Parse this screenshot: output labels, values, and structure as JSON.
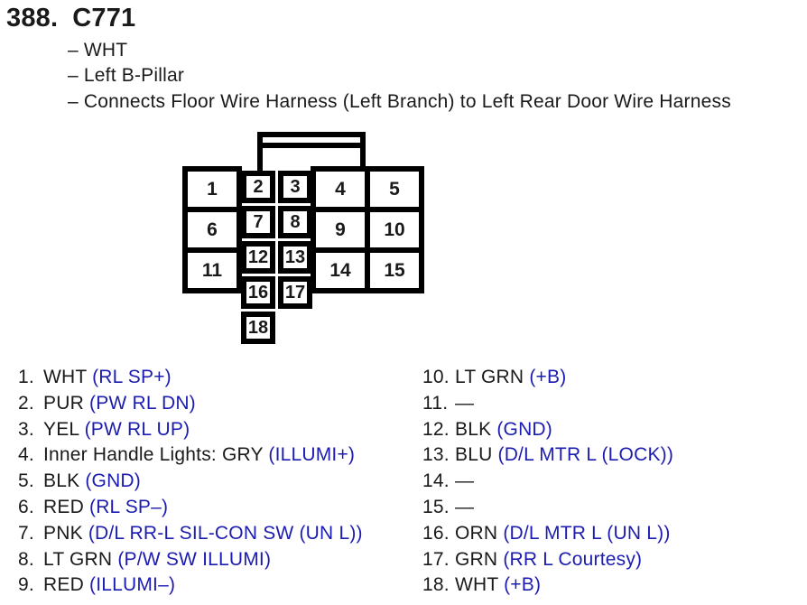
{
  "header": {
    "index": "388.",
    "code": "C771"
  },
  "details": [
    "– WHT",
    "– Left B-Pillar",
    "– Connects Floor Wire Harness (Left Branch) to Left Rear Door Wire Harness"
  ],
  "connector": {
    "left_column": [
      "1",
      "6",
      "11"
    ],
    "center_rows": [
      [
        "2",
        "3"
      ],
      [
        "7",
        "8"
      ],
      [
        "12",
        "13"
      ],
      [
        "16",
        "17"
      ],
      [
        "18"
      ]
    ],
    "right_rows": [
      [
        "4",
        "5"
      ],
      [
        "9",
        "10"
      ],
      [
        "14",
        "15"
      ]
    ]
  },
  "pins_left": [
    {
      "num": "1.",
      "label": "WHT",
      "signal": "(RL SP+)"
    },
    {
      "num": "2.",
      "label": "PUR",
      "signal": "(PW RL DN)"
    },
    {
      "num": "3.",
      "label": "YEL",
      "signal": "(PW RL UP)"
    },
    {
      "num": "4.",
      "label": "Inner Handle Lights: GRY",
      "signal": "(ILLUMI+)"
    },
    {
      "num": "5.",
      "label": "BLK",
      "signal": "(GND)"
    },
    {
      "num": "6.",
      "label": "RED",
      "signal": "(RL SP–)"
    },
    {
      "num": "7.",
      "label": "PNK",
      "signal": "(D/L RR-L SIL-CON SW (UN L))"
    },
    {
      "num": "8.",
      "label": "LT GRN",
      "signal": "(P/W SW ILLUMI)"
    },
    {
      "num": "9.",
      "label": "RED",
      "signal": "(ILLUMI–)"
    }
  ],
  "pins_right": [
    {
      "num": "10.",
      "label": "LT GRN",
      "signal": "(+B)"
    },
    {
      "num": "11.",
      "label": "—",
      "signal": ""
    },
    {
      "num": "12.",
      "label": "BLK",
      "signal": "(GND)"
    },
    {
      "num": "13.",
      "label": "BLU",
      "signal": "(D/L MTR L (LOCK))"
    },
    {
      "num": "14.",
      "label": "—",
      "signal": ""
    },
    {
      "num": "15.",
      "label": "—",
      "signal": ""
    },
    {
      "num": "16.",
      "label": "ORN",
      "signal": "(D/L MTR L (UN L))"
    },
    {
      "num": "17.",
      "label": "GRN",
      "signal": "(RR L Courtesy)"
    },
    {
      "num": "18.",
      "label": "WHT",
      "signal": "(+B)"
    }
  ],
  "colors": {
    "signal_blue": "#1c1cb0",
    "ink_black": "#1a1a1a"
  }
}
